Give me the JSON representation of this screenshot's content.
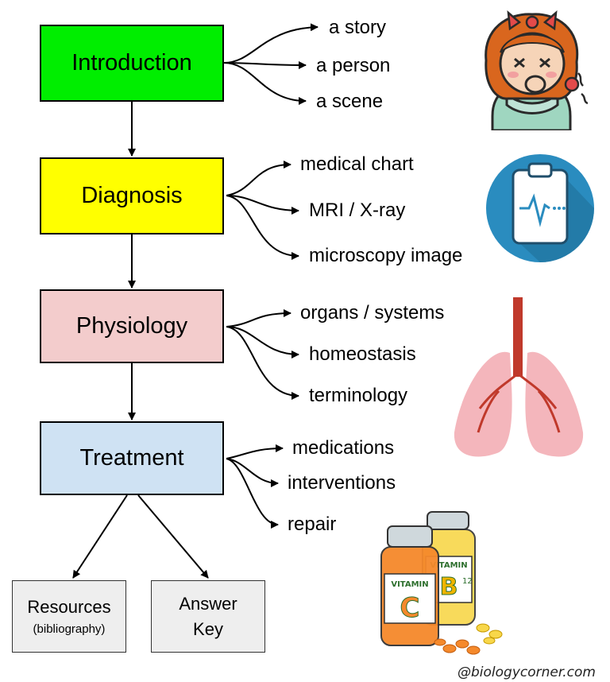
{
  "boxes": {
    "introduction": {
      "label": "Introduction",
      "color": "#00ee00"
    },
    "diagnosis": {
      "label": "Diagnosis",
      "color": "#ffff00"
    },
    "physiology": {
      "label": "Physiology",
      "color": "#f3cccc"
    },
    "treatment": {
      "label": "Treatment",
      "color": "#cfe2f3"
    },
    "resources": {
      "label": "Resources",
      "sublabel": "(bibliography)",
      "color": "#eeeeee"
    },
    "answer_key": {
      "line1": "Answer",
      "line2": "Key",
      "color": "#eeeeee"
    }
  },
  "branches": {
    "introduction": [
      "a story",
      "a person",
      "a scene"
    ],
    "diagnosis": [
      "medical chart",
      "MRI / X-ray",
      "microscopy image"
    ],
    "physiology": [
      "organs / systems",
      "homeostasis",
      "terminology"
    ],
    "treatment": [
      "medications",
      "interventions",
      "repair"
    ]
  },
  "illustrations": {
    "sick_person": "sick-girl-icon",
    "clipboard": "medical-clipboard-icon",
    "lungs": "lungs-icon",
    "vitamins": "vitamin-bottles-icon",
    "vitamin_c_label": "VITAMIN C",
    "vitamin_b_label": "VITAMIN B12"
  },
  "credit": "@biologycorner.com"
}
